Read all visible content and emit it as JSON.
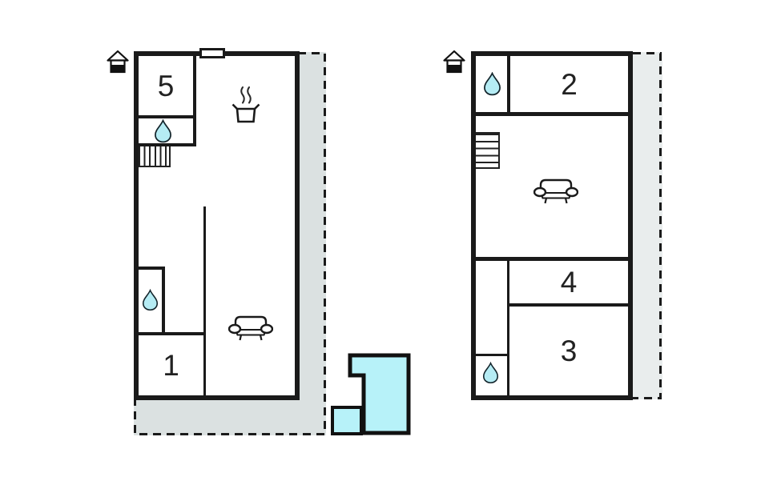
{
  "colors": {
    "wall": "#1a1a1a",
    "terrace_left": "#dbe1e1",
    "terrace_right": "#e9eded",
    "water_drop": "#b5ecf4",
    "pool": "#b7f2f9"
  },
  "left_plan": {
    "rooms": {
      "top_bedroom": "5",
      "bottom_bedroom": "1"
    },
    "features": [
      "house-icon",
      "window",
      "shower-drop",
      "stairs",
      "stove",
      "shower-drop",
      "sofa",
      "terrace",
      "pool"
    ]
  },
  "right_plan": {
    "rooms": {
      "top_bedroom": "2",
      "middle_bedroom": "4",
      "bottom_bedroom": "3"
    },
    "features": [
      "house-icon",
      "shower-drop",
      "stairs",
      "sofa",
      "shower-drop",
      "terrace"
    ]
  },
  "icons": {
    "house": "house-icon",
    "water": "water-drop-icon",
    "stove": "stove-icon",
    "sofa": "sofa-icon",
    "stairs": "stairs-icon",
    "pool": "pool-shape",
    "window": "window-symbol"
  }
}
